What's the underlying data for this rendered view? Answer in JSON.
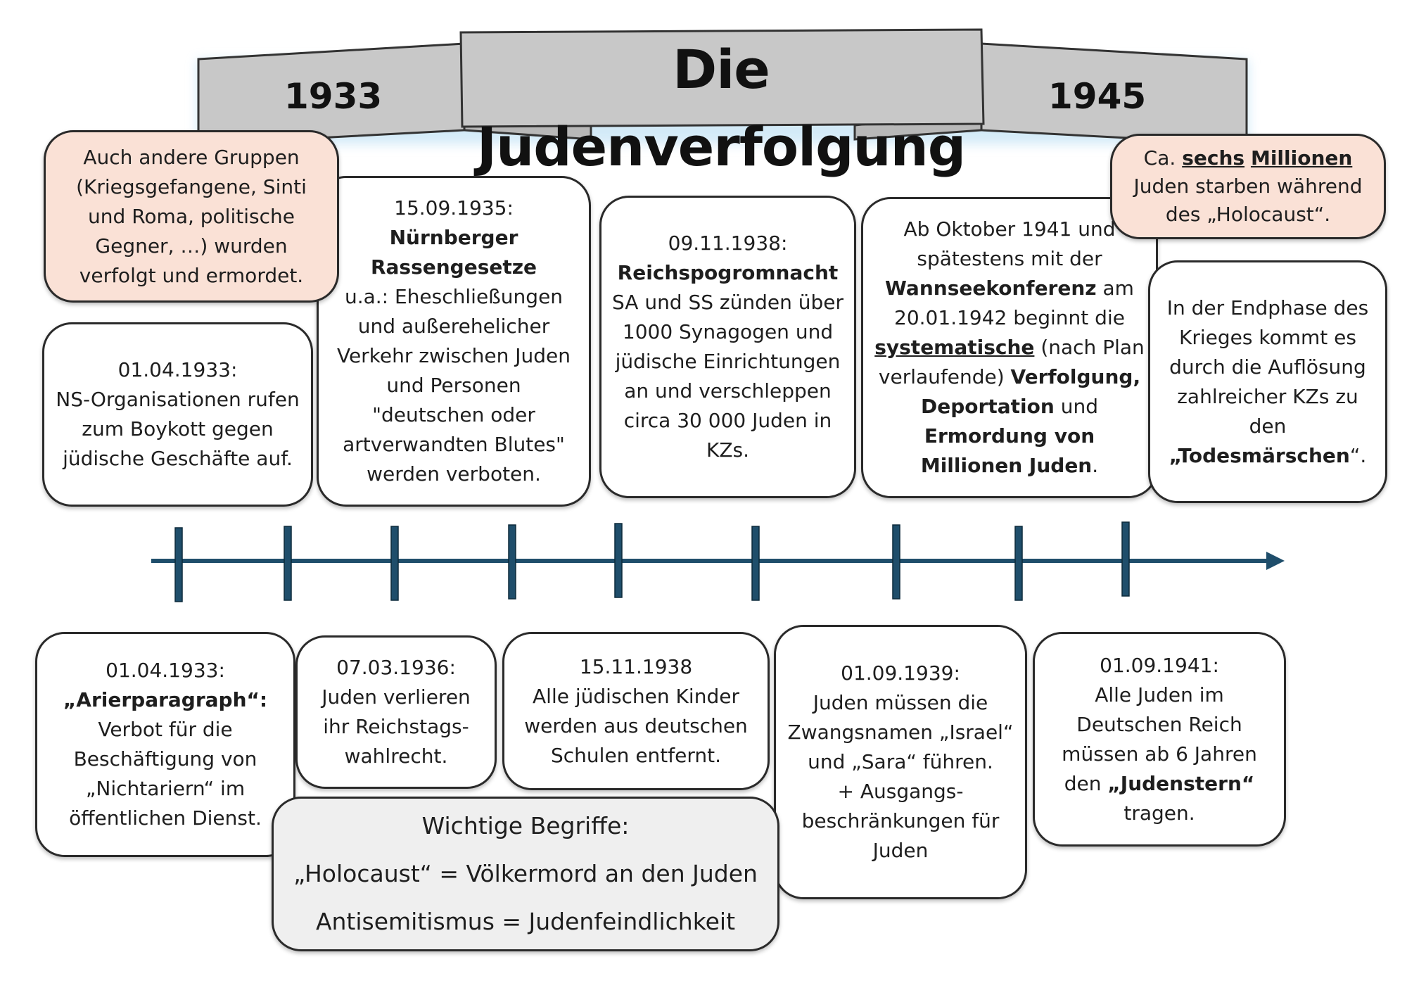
{
  "header": {
    "title": "Die Judenverfolgung",
    "year_start": "1933",
    "year_end": "1945"
  },
  "top_left_note": {
    "text": "Auch andere Gruppen (Kriegsgefangene, Sinti und Roma, politische Gegner, …) wurden verfolgt und ermordet."
  },
  "top_right_note": {
    "pre": "Ca.",
    "sechs": "sechs",
    "millionen": "Millionen",
    "post": "Juden starben während des „Holocaust“."
  },
  "events_top": [
    {
      "date": "01.04.1933:",
      "text": "NS-Organisationen rufen zum Boykott gegen jüdische Geschäfte auf."
    },
    {
      "date": "15.09.1935:",
      "heading": "Nürnberger Rassengesetze",
      "text": "u.a.: Eheschließungen und außerehelicher Verkehr zwischen Juden und Personen \"deutschen oder artverwandten Blutes\" werden verboten."
    },
    {
      "date": "09.11.1938:",
      "heading": "Reichspogromnacht",
      "text": "SA und SS zünden über 1000 Synagogen und jüdische Einrichtungen an und verschleppen circa 30 000 Juden in KZs."
    },
    {
      "part1": "Ab Oktober 1941 und spätestens mit der",
      "wannsee": "Wannseekonferenz",
      "part2": "am 20.01.1942 beginnt die",
      "systematische": "systematische",
      "part3": "(nach Plan verlaufende)",
      "verfolgung": "Verfolgung, Deportation",
      "und": "und",
      "ermordung": "Ermordung von Millionen Juden",
      "end": "."
    },
    {
      "text": "In der Endphase des Krieges kommt es durch die Auflösung zahlreicher KZs zu den",
      "bold": "„Todesmärschen",
      "end": "“."
    }
  ],
  "events_bottom": [
    {
      "date": "01.04.1933:",
      "heading": "„Arierparagraph“:",
      "text": "Verbot für die Beschäftigung von „Nichtariern“ im öffentlichen Dienst."
    },
    {
      "date": "07.03.1936:",
      "text": "Juden verlieren ihr Reichstags-wahlrecht."
    },
    {
      "date": "15.11.1938",
      "text": "Alle jüdischen Kinder werden aus deutschen Schulen entfernt."
    },
    {
      "date": "01.09.1939:",
      "text": "Juden müssen die Zwangsnamen „Israel“ und „Sara“ führen.",
      "extra": "+ Ausgangs-beschränkungen für Juden"
    },
    {
      "date": "01.09.1941:",
      "text": "Alle Juden im Deutschen Reich müssen ab 6 Jahren den",
      "bold": "„Judenstern“",
      "end": "tragen."
    }
  ],
  "key_terms": {
    "title": "Wichtige Begriffe:",
    "term1": "„Holocaust“ = Völkermord an den Juden",
    "term2": "Antisemitismus = Judenfeindlichkeit"
  },
  "colors": {
    "timeline": "#1f4e6b",
    "banner_fill": "#c8c8c8",
    "banner_glow": "#cfe8f7",
    "note_fill": "#fae1d6",
    "terms_fill": "#efefef"
  }
}
